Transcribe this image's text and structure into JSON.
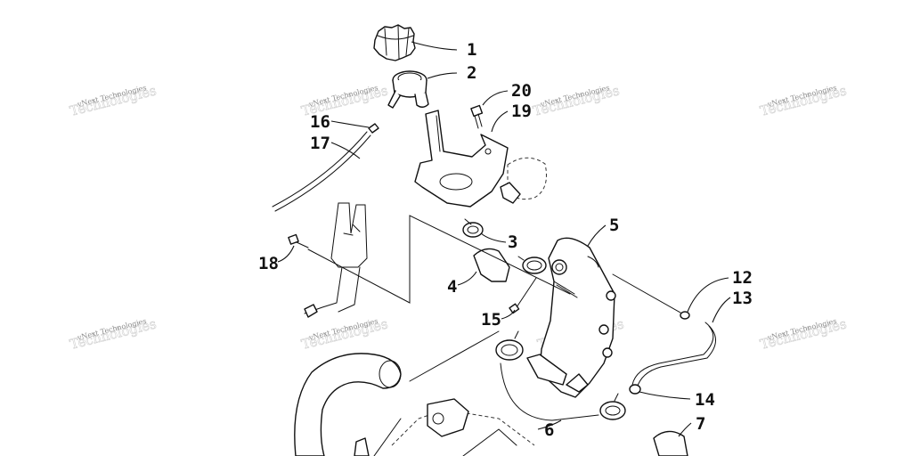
{
  "watermark_text": "vNext Technologies",
  "callouts": [
    {
      "label": "1"
    },
    {
      "label": "2"
    },
    {
      "label": "20"
    },
    {
      "label": "16"
    },
    {
      "label": "19"
    },
    {
      "label": "17"
    },
    {
      "label": "5"
    },
    {
      "label": "3"
    },
    {
      "label": "18"
    },
    {
      "label": "4"
    },
    {
      "label": "12"
    },
    {
      "label": "13"
    },
    {
      "label": "15"
    },
    {
      "label": "14"
    },
    {
      "label": "6"
    },
    {
      "label": "7"
    }
  ],
  "colors": {
    "line": "#111111",
    "watermark": "#8a8a8a",
    "background": "#ffffff"
  }
}
